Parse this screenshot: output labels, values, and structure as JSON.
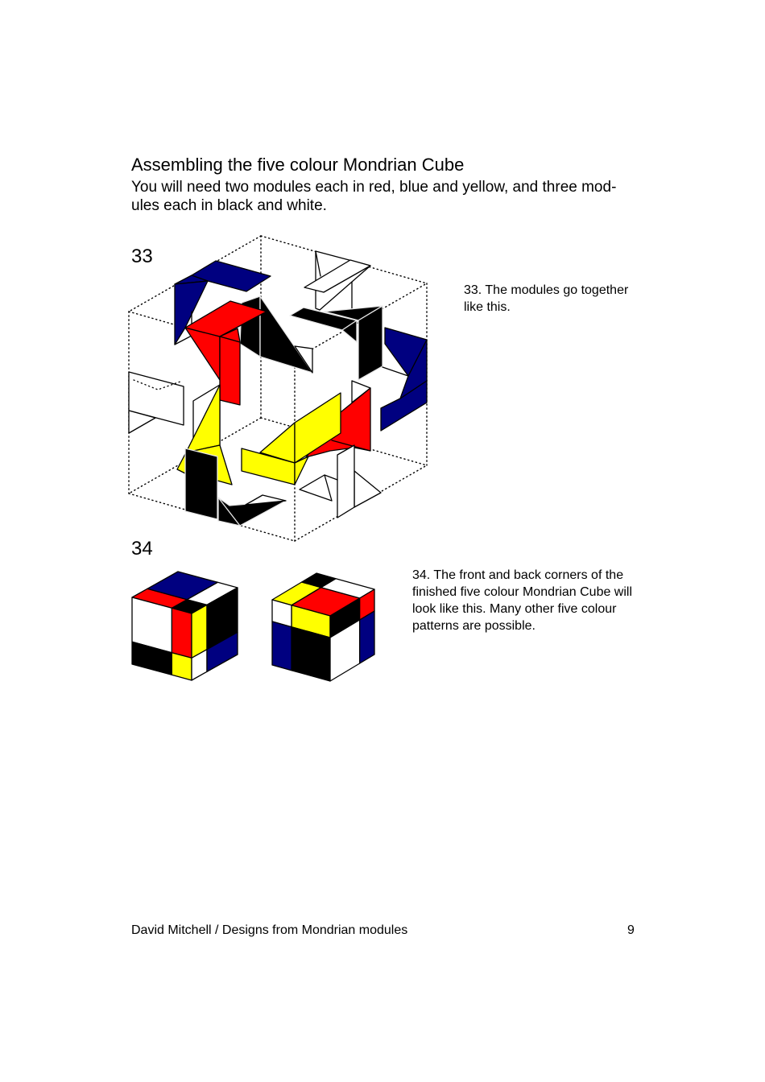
{
  "section": {
    "title": "Assembling the five colour Mondrian Cube",
    "intro_lines": [
      "You will need two modules each in red, blue and yellow, and three mod-",
      "ules each in black and white."
    ]
  },
  "palette": {
    "red": "#ff0000",
    "blue": "#000080",
    "yellow": "#ffff00",
    "black": "#000000",
    "white": "#ffffff"
  },
  "figures": {
    "fig33": {
      "label": "33",
      "caption_lines": [
        "33. The modules go together",
        "like this."
      ],
      "module_colors": [
        "blue",
        "red",
        "black",
        "white",
        "black",
        "blue",
        "white",
        "red",
        "white",
        "yellow",
        "yellow",
        "black"
      ]
    },
    "fig34": {
      "label": "34",
      "caption_lines": [
        "34. The front and back corners of the",
        "finished five colour Mondrian Cube will",
        "look like this. Many other five colour",
        "patterns are possible."
      ],
      "cubes": [
        {
          "top": [
            [
              "black",
              "white"
            ],
            [
              "red",
              "blue"
            ]
          ],
          "left": [
            [
              "red",
              "yellow"
            ],
            [
              "white",
              "black"
            ]
          ],
          "right": [
            [
              "yellow",
              "white"
            ],
            [
              "black",
              "blue"
            ]
          ]
        },
        {
          "top": [
            [
              "red",
              "white"
            ],
            [
              "yellow",
              "black"
            ]
          ],
          "left": [
            [
              "yellow",
              "black"
            ],
            [
              "white",
              "blue"
            ]
          ],
          "right": [
            [
              "black",
              "white"
            ],
            [
              "red",
              "blue"
            ]
          ]
        }
      ]
    }
  },
  "footer": {
    "left": "David Mitchell / Designs from Mondrian modules",
    "page_number": "9"
  }
}
